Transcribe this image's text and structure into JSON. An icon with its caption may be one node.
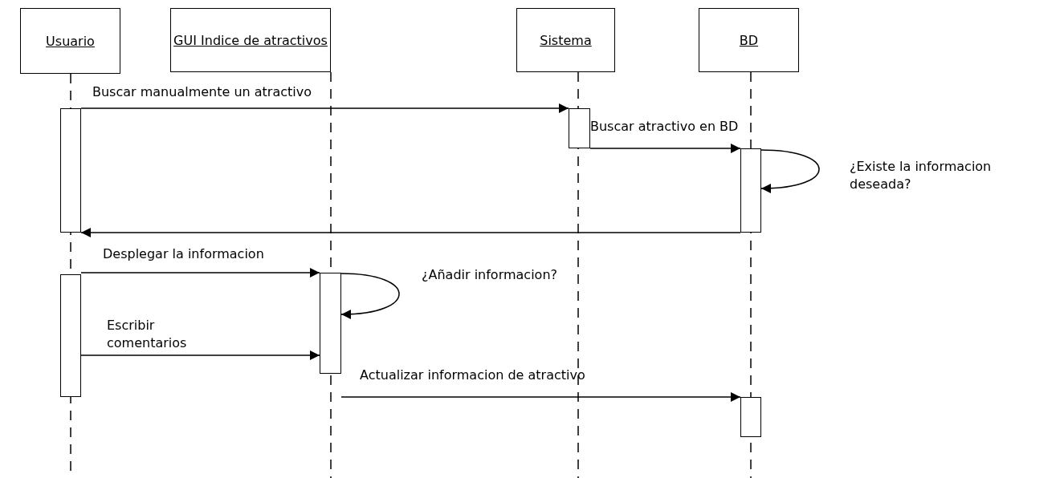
{
  "diagram": {
    "nodes": [
      {
        "text": [
          "Usuario"
        ]
      },
      {
        "text": [
          "GUI Indice de atractivos"
        ]
      },
      {
        "text": [
          "Sistema"
        ]
      },
      {
        "text": [
          "BD"
        ]
      },
      {
        "text": [],
        "shape": "bar"
      },
      {
        "text": [],
        "shape": "bar"
      },
      {
        "text": [],
        "shape": "bar"
      },
      {
        "text": [],
        "shape": "bar"
      },
      {
        "text": [],
        "shape": "bar"
      },
      {
        "text": [],
        "shape": "bar"
      }
    ],
    "edges": [
      {
        "from": 4,
        "to": 5,
        "arrow": "to",
        "label": "Buscar manualmente un atractivo"
      },
      {
        "from": 5,
        "to": 6,
        "arrow": "to",
        "label": "Buscar atractivo en BD"
      },
      {
        "from": 6,
        "to": 6,
        "arrow": "to",
        "label": "¿Existe la informacion deseada?"
      },
      {
        "from": 6,
        "to": 4,
        "arrow": "to"
      },
      {
        "from": 7,
        "to": 8,
        "arrow": "to",
        "label": "Desplegar la informacion"
      },
      {
        "from": 8,
        "to": 8,
        "arrow": "to",
        "label": "¿Añadir informacion?"
      },
      {
        "from": 7,
        "to": 8,
        "arrow": "to",
        "label": "Escribir comentarios"
      },
      {
        "from": 8,
        "to": 9,
        "arrow": "to",
        "label": "Actualizar informacion de atractivo"
      }
    ]
  }
}
